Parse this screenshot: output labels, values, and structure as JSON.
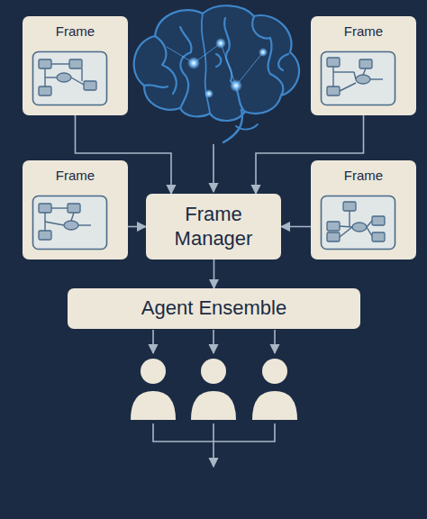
{
  "diagram": {
    "nodes": [
      {
        "text": [
          "Frame"
        ]
      },
      {
        "text": [
          "Frame"
        ]
      },
      {
        "text": [
          "Frame"
        ]
      },
      {
        "text": [
          "Frame"
        ]
      },
      {
        "text": [
          "Frame Manager"
        ]
      },
      {
        "text": [
          "Agent Ensemble"
        ]
      }
    ],
    "edges": [
      {
        "from": 0,
        "to": 4,
        "arrow": "to"
      },
      {
        "from": 1,
        "to": 4,
        "arrow": "to"
      },
      {
        "from": 2,
        "to": 4,
        "arrow": "to"
      },
      {
        "from": 3,
        "to": 4,
        "arrow": "to"
      },
      {
        "from": 4,
        "to": 5,
        "arrow": "to"
      }
    ]
  }
}
